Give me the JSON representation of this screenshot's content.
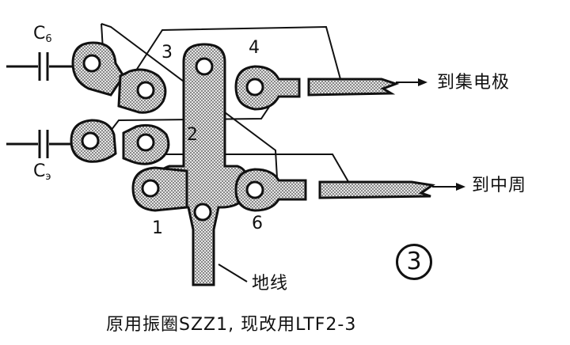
{
  "capacitors": {
    "top": {
      "letter": "C",
      "sub": "6"
    },
    "bottom": {
      "letter": "C",
      "sub": "э"
    }
  },
  "pins": {
    "p1": "1",
    "p2": "2",
    "p3": "3",
    "p4": "4",
    "p6": "6"
  },
  "destinations": {
    "collector": "到集电极",
    "if": "到中周"
  },
  "ground_label": "地线",
  "figure_number": "3",
  "caption": "原用振圈SZZ1, 现改用LTF2-3",
  "colors": {
    "ink": "#111111",
    "pad_fill": "#d8d8d8",
    "background": "#ffffff"
  }
}
